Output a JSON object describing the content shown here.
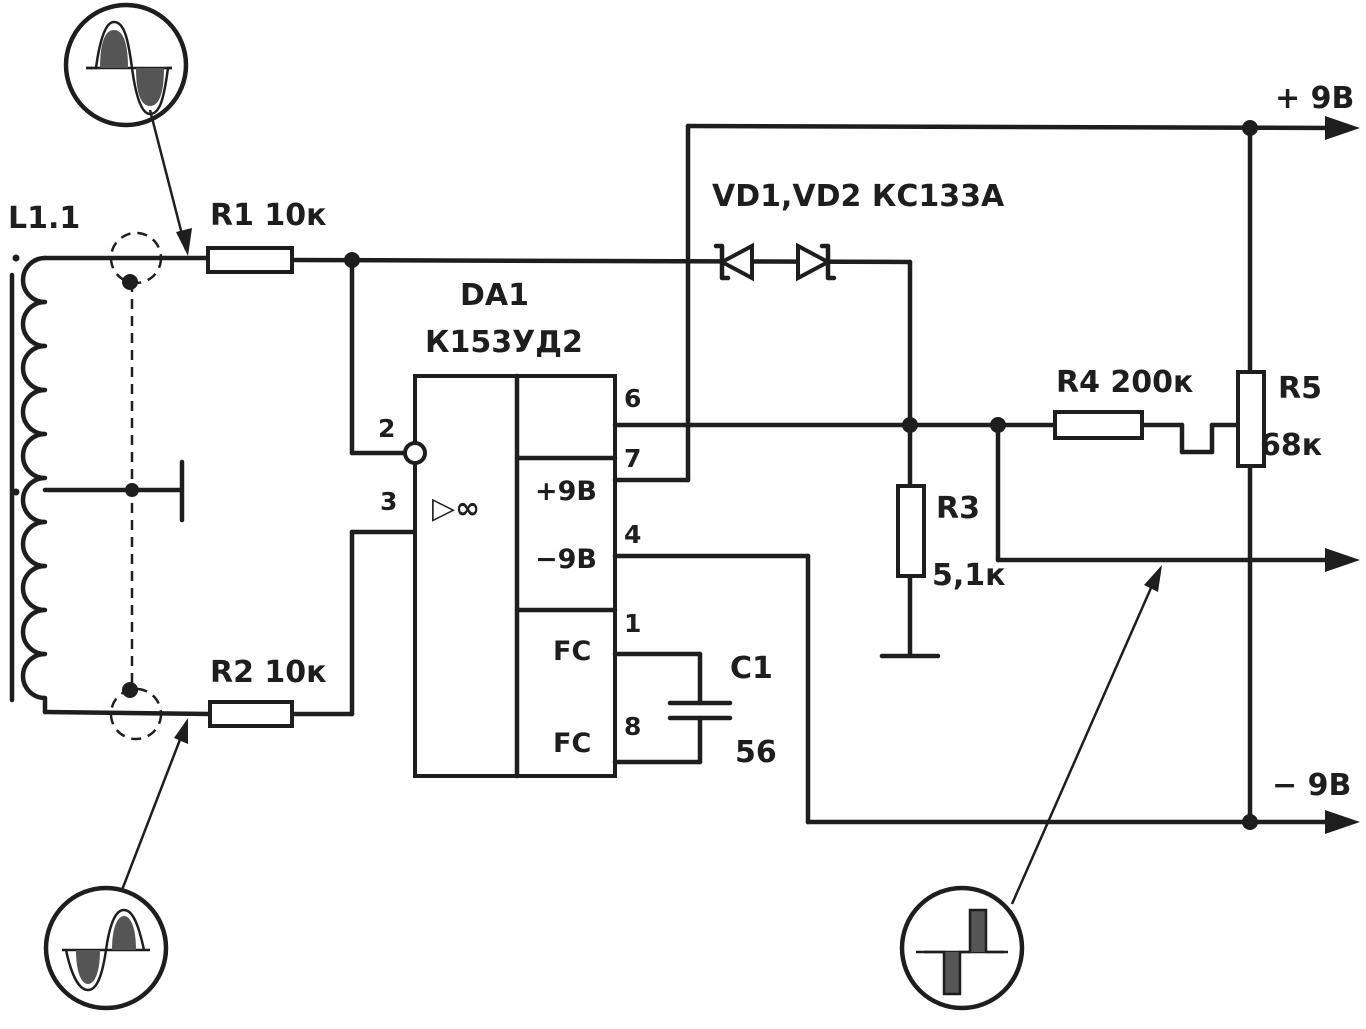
{
  "coil": {
    "label": "L1.1"
  },
  "resistors": {
    "r1": "R1 10к",
    "r2": "R2 10к",
    "r3_name": "R3",
    "r3_value": "5,1к",
    "r4": "R4 200к",
    "r5_name": "R5",
    "r5_value": "68к"
  },
  "diodes": {
    "label": "VD1,VD2 КС133А"
  },
  "opamp": {
    "name": "DA1",
    "part": "К153УД2",
    "symbol": "▷∞",
    "pins": {
      "p2": "2",
      "p3": "3",
      "p6": "6",
      "p7": "7",
      "p4": "4",
      "p1": "1",
      "p8": "8"
    },
    "cells": {
      "vpos": "+9В",
      "vneg": "−9В",
      "fc1": "FC",
      "fc2": "FC"
    }
  },
  "capacitor": {
    "name": "C1",
    "value": "56"
  },
  "rails": {
    "positive": "+ 9В",
    "negative": "− 9В"
  }
}
